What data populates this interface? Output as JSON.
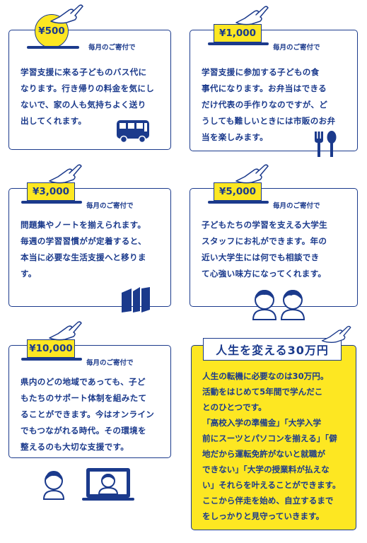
{
  "cards": [
    {
      "amount": "¥500",
      "monthly": "毎月のご寄付で",
      "text": "学習支援に来る子どものバス代に\nなります。行き帰りの料金を気にし\nないで、家の人も気持ちよく送り\n出してくれます。",
      "icon": "bus-icon"
    },
    {
      "amount": "¥1,000",
      "monthly": "毎月のご寄付で",
      "text": "学習支援に参加する子どもの食\n事代になります。お弁当はできる\nだけ代表の手作りなのですが、ど\nうしても難しいときには市販のお弁\n当を楽しみます。",
      "icon": "fork-spoon-icon"
    },
    {
      "amount": "¥3,000",
      "monthly": "毎月のご寄付で",
      "text": "問題集やノートを揃えられます。\n毎週の学習習慣がが定着すると、\n本当に必要な生活支援へと移りま\nす。",
      "icon": "books-icon"
    },
    {
      "amount": "¥5,000",
      "monthly": "毎月のご寄付で",
      "text": "子どもたちの学習を支える大学生\nスタッフにお礼ができます。年の\n近い大学生には何でも相談でき\nて心強い味方になってくれます。",
      "icon": "students-icon"
    },
    {
      "amount": "¥10,000",
      "monthly": "毎月のご寄付で",
      "text": "県内のどの地域であっても、子ど\nもたちのサポート体制を組みたて\nることができます。今はオンライン\nでもつながれる時代。その環境を\n整えるのも大切な支援です。",
      "icon": "online-lesson-icon"
    }
  ],
  "feature": {
    "title": "人生を変える30万円",
    "text": "人生の転機に必要なのは30万円。\n活動をはじめて5年間で学んだこ\nとのひとつです。\n「高校入学の準備金」「大学入学\n前にスーツとパソコンを揃える」「僻\n地だから運転免許がないと就職が\nできない」「大学の授業料が払えな\nい」それらを叶えることができます。\nここから伴走を始め、自立するまで\nをしっかりと見守っていきます。"
  },
  "colors": {
    "navy": "#1b3a8c",
    "yellow": "#fde722",
    "white": "#ffffff"
  }
}
